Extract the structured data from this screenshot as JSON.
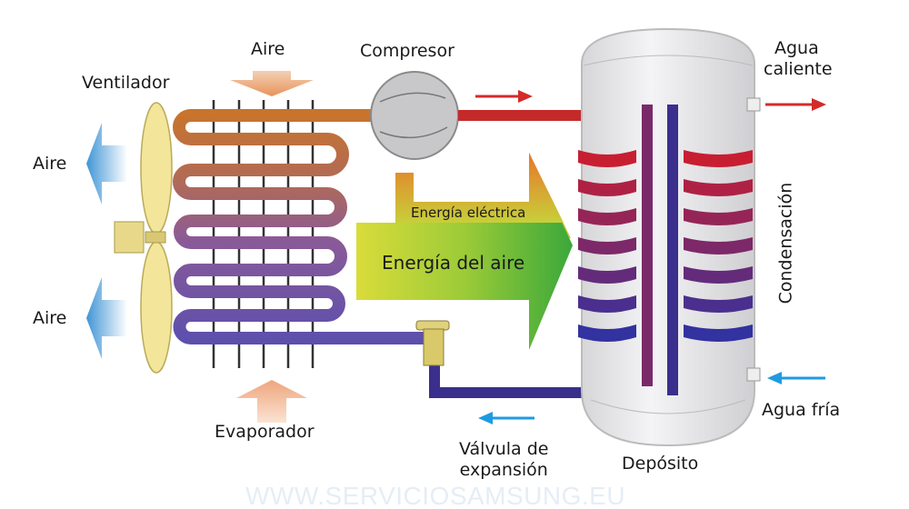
{
  "labels": {
    "aire_top": "Aire",
    "compresor": "Compresor",
    "ventilador": "Ventilador",
    "aire_left_top": "Aire",
    "aire_left_bottom": "Aire",
    "energia_electrica": "Energía eléctrica",
    "energia_aire": "Energía del aire",
    "evaporador": "Evaporador",
    "valvula": [
      "Válvula de",
      "expansión"
    ],
    "deposito": "Depósito",
    "agua_caliente": [
      "Agua",
      "caliente"
    ],
    "agua_fria": "Agua fría",
    "condensacion": "Condensación"
  },
  "watermark": "WWW.SERVICIOSAMSUNG.EU",
  "colors": {
    "hot": "#d42a2a",
    "cold": "#3a2f8c",
    "cold_water_arrow": "#1e9be0",
    "air_arrow": "#e8935a",
    "fan": "#f3e59a",
    "compressor": "#c9c9c9"
  }
}
